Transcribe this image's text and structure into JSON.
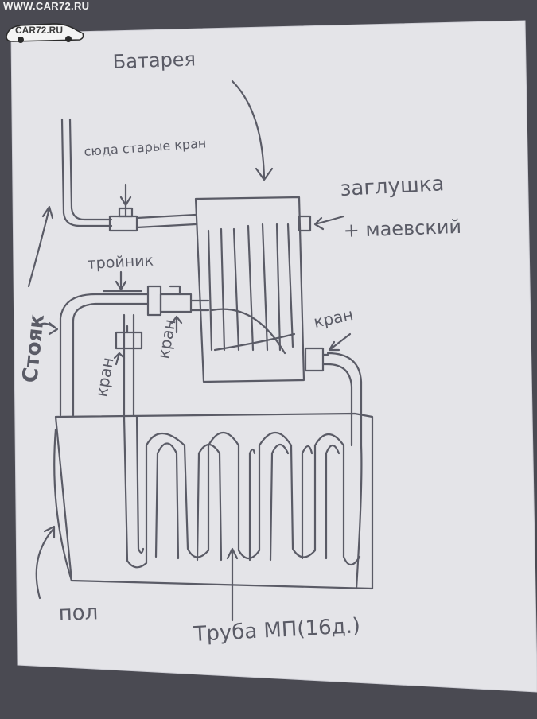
{
  "watermark": {
    "site": "WWW.CAR72.RU",
    "logo_text": "CAR72.RU"
  },
  "labels": {
    "battery": "Батарея",
    "stopcock": "сюда старые кран",
    "plug": "заглушка",
    "mayevsky": "+ маевский",
    "tee": "тройник",
    "valve_left": "кран",
    "valve_mid": "кран",
    "valve_right": "кран",
    "wall": "Стояк",
    "floor": "пол",
    "pipe": "Труба МП(16д.)"
  },
  "colors": {
    "background": "#4a4a52",
    "paper": "#e6e6ea",
    "ink": "#5a5b66"
  }
}
